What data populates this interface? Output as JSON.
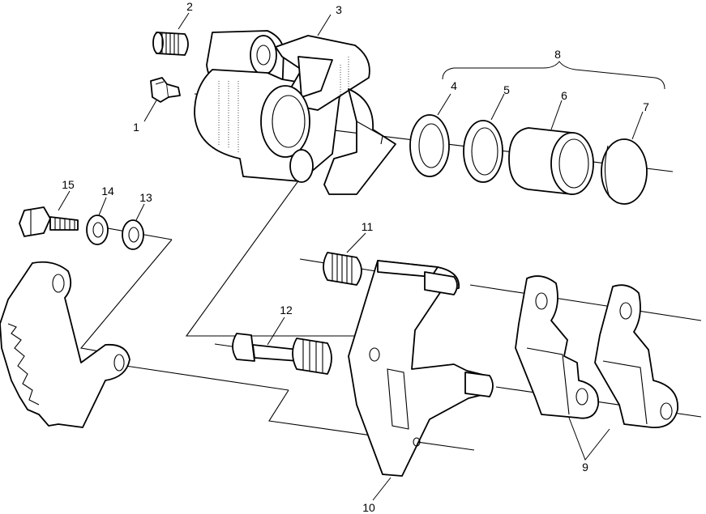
{
  "callouts": [
    {
      "id": "c1",
      "text": "1"
    },
    {
      "id": "c2",
      "text": "2"
    },
    {
      "id": "c3",
      "text": "3"
    },
    {
      "id": "c4",
      "text": "4"
    },
    {
      "id": "c5",
      "text": "5"
    },
    {
      "id": "c6",
      "text": "6"
    },
    {
      "id": "c7",
      "text": "7"
    },
    {
      "id": "c8",
      "text": "8"
    },
    {
      "id": "c9",
      "text": "9"
    },
    {
      "id": "c10",
      "text": "10"
    },
    {
      "id": "c11",
      "text": "11"
    },
    {
      "id": "c12",
      "text": "12"
    },
    {
      "id": "c13",
      "text": "13"
    },
    {
      "id": "c14",
      "text": "14"
    },
    {
      "id": "c15",
      "text": "15"
    }
  ]
}
